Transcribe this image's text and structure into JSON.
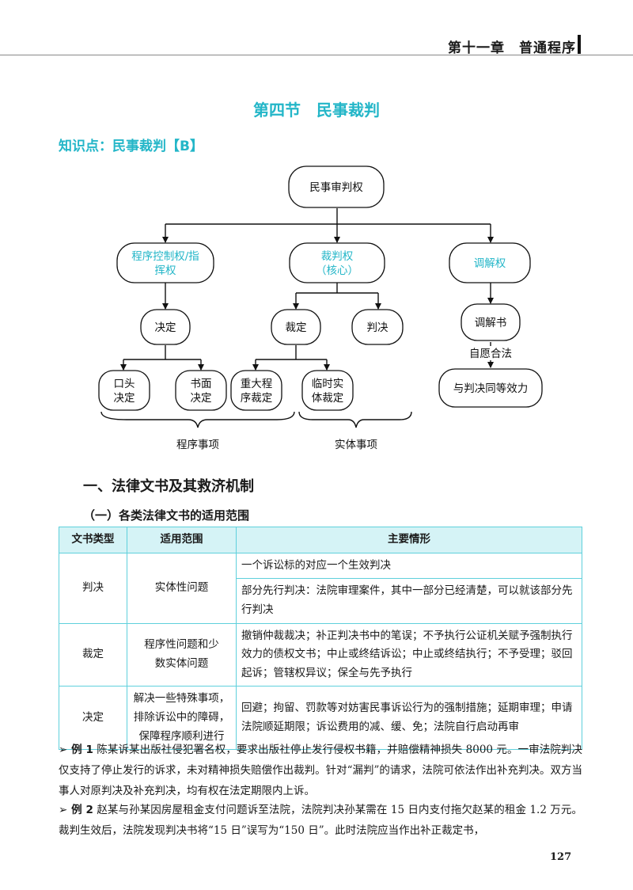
{
  "header": {
    "chapter": "第十一章　普通程序"
  },
  "section_title": "第四节　民事裁判",
  "knowledge_point": "知识点：民事裁判【B】",
  "diagram": {
    "root": "民事审判权",
    "branch1": {
      "line1": "程序控制权/指",
      "line2": "挥权"
    },
    "branch2": {
      "line1": "裁判权",
      "line2": "（核心）"
    },
    "branch3": "调解权",
    "decision": "决定",
    "ruling": "裁定",
    "judgment": "判决",
    "mediation_doc": "调解书",
    "voluntary_legal": "自愿合法",
    "same_effect": "与判决同等效力",
    "oral": {
      "line1": "口头",
      "line2": "决定"
    },
    "written": {
      "line1": "书面",
      "line2": "决定"
    },
    "major_proc": {
      "line1": "重大程",
      "line2": "序裁定"
    },
    "temp_subst": {
      "line1": "临时实",
      "line2": "体裁定"
    },
    "procedural_matters": "程序事项",
    "substantive_matters": "实体事项"
  },
  "heading1": "一、法律文书及其救济机制",
  "heading2": "（一）各类法律文书的适用范围",
  "table": {
    "headers": [
      "文书类型",
      "适用范围",
      "主要情形"
    ],
    "rows": [
      {
        "type": "判决",
        "scope": "实体性问题",
        "cases": [
          "一个诉讼标的对应一个生效判决",
          "部分先行判决：法院审理案件，其中一部分已经清楚，可以就该部分先行判决"
        ]
      },
      {
        "type": "裁定",
        "scope": "程序性问题和少数实体问题",
        "cases": [
          "撤销仲裁裁决；补正判决书中的笔误；不予执行公证机关赋予强制执行效力的债权文书；中止或终结诉讼；中止或终结执行；不予受理；驳回起诉；管辖权异议；保全与先予执行"
        ]
      },
      {
        "type": "决定",
        "scope": "解决一些特殊事项，排除诉讼中的障碍，保障程序顺利进行",
        "cases": [
          "回避；拘留、罚款等对妨害民事诉讼行为的强制措施；延期审理；申请法院顺延期限；诉讼费用的减、缓、免；法院自行启动再审"
        ]
      }
    ]
  },
  "examples": [
    {
      "label": "➢ 例 1",
      "text": "陈某诉某出版社侵犯署名权，要求出版社停止发行侵权书籍，并赔偿精神损失 8000 元。一审法院判决仅支持了停止发行的诉求，未对精神损失赔偿作出裁判。针对“漏判”的请求，法院可依法作出补充判决。双方当事人对原判决及补充判决，均有权在法定期限内上诉。"
    },
    {
      "label": "➢ 例 2",
      "text": "赵某与孙某因房屋租金支付问题诉至法院，法院判决孙某需在 15 日内支付拖欠赵某的租金 1.2 万元。裁判生效后，法院发现判决书将“15 日”误写为“150 日”。此时法院应当作出补正裁定书，"
    }
  ],
  "page_number": "127"
}
